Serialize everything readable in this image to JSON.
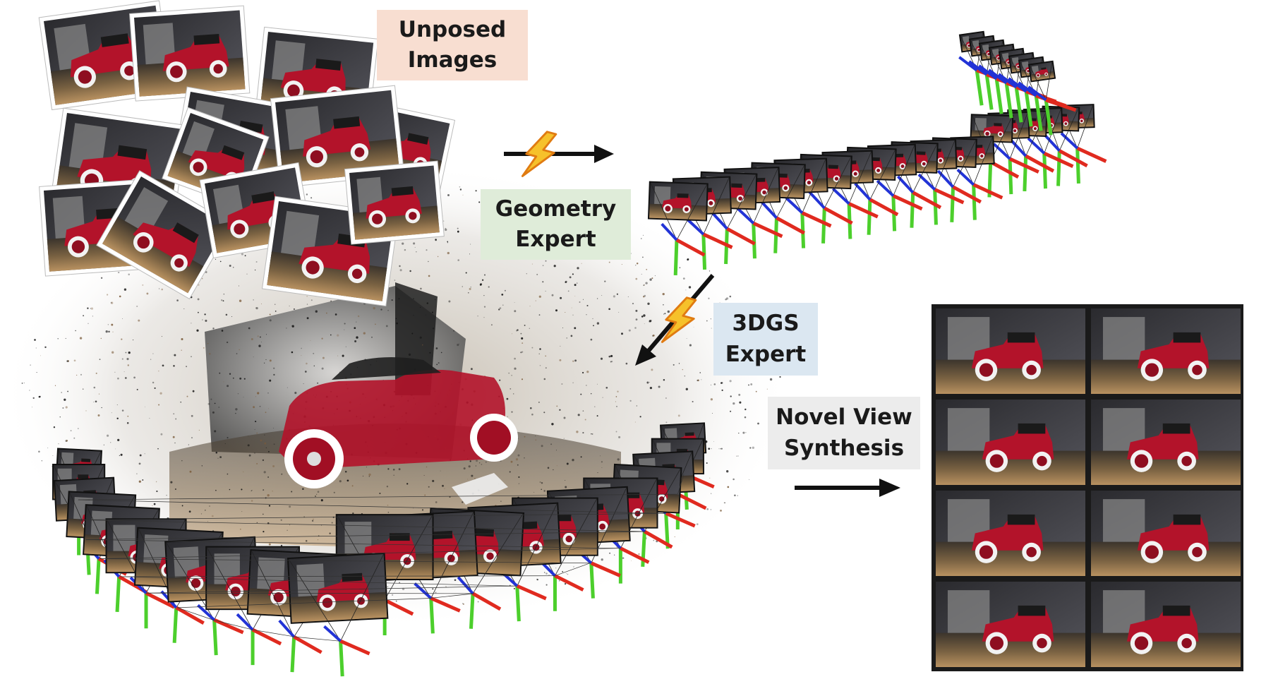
{
  "labels": {
    "unposed": {
      "line1": "Unposed",
      "line2": "Images",
      "bg": "#f8ded1"
    },
    "geometry": {
      "line1": "Geometry",
      "line2": "Expert",
      "bg": "#dfecd9"
    },
    "gs": {
      "line1": "3DGS",
      "line2": "Expert",
      "bg": "#dbe7f1"
    },
    "nvs": {
      "line1": "Novel View",
      "line2": "Synthesis",
      "bg": "#ececec"
    }
  },
  "icons": {
    "bolt_fill": "#f6c12b",
    "bolt_stroke": "#e07b12"
  },
  "colors": {
    "axis_x": "#e02a1f",
    "axis_y": "#4ccf2c",
    "axis_z": "#2233d6",
    "car_red": "#b3132a",
    "frame_dark": "#1a1a1a",
    "arrow": "#111111"
  }
}
